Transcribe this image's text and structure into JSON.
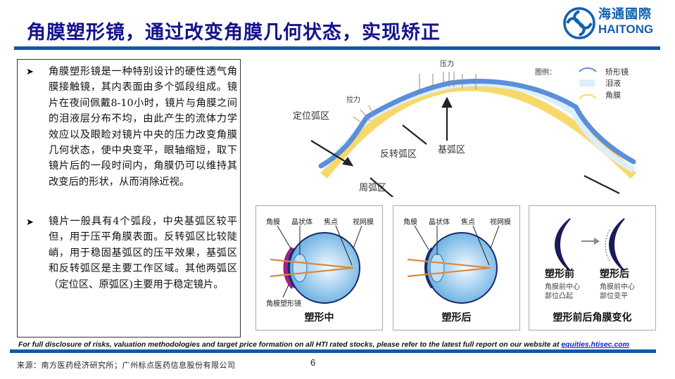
{
  "header": {
    "title": "角膜塑形镜，通过改变角膜几何状态，实现矫正",
    "logo": {
      "cn": "海通國際",
      "en": "HAITONG",
      "icon": "haitong-logo-icon"
    },
    "colors": {
      "title": "#14148c",
      "rule": "#0a5aa8",
      "logo": "#1460b0"
    }
  },
  "textbox": {
    "bullets": [
      {
        "icon": "arrow-bullet-icon",
        "text": "角膜塑形镜是一种特别设计的硬性透气角膜接触镜，其内表面由多个弧段组成。镜片在夜间佩戴8-10小时，镜片与角膜之间的泪液层分布不均，由此产生的流体力学效应以及眼睑对镜片中央的压力改变角膜几何状态，使中央变平，眼轴缩短，取下镜片后的一段时间内，角膜仍可以维持其改变后的形状，从而消除近视。"
      },
      {
        "icon": "arrow-bullet-icon",
        "text": "镜片一般具有4个弧段，中央基弧区较平但，用于压平角膜表面。反转弧区比较陡峭，用于稳固基弧区的压平效果，基弧区和反转弧区是主要工作区域。其他两弧区（定位区、原弧区)主要用于稳定镜片。"
      }
    ]
  },
  "lens_diagram": {
    "labels": {
      "pressure": "压力",
      "tension": "拉力",
      "alignment_zone": "定位弧区",
      "reverse_zone": "反转弧区",
      "base_zone": "基弧区",
      "peripheral_zone": "周弧区"
    },
    "legend": {
      "title": "图例：",
      "items": [
        {
          "label": "矫形镜",
          "color": "#5b8fd9"
        },
        {
          "label": "泪液",
          "color": "#ddefff"
        },
        {
          "label": "角膜",
          "color": "#f7d96a"
        }
      ]
    }
  },
  "panels": [
    {
      "caption": "塑形中",
      "labels": [
        "角膜",
        "晶状体",
        "焦点",
        "视网膜"
      ],
      "extra_label": "角膜塑形镜"
    },
    {
      "caption": "塑形后",
      "labels": [
        "角膜",
        "晶状体",
        "焦点",
        "视网膜"
      ]
    },
    {
      "caption": "塑形前后角膜变化",
      "before": {
        "title": "塑形前",
        "line1": "角膜前中心",
        "line2": "部位凸起"
      },
      "after": {
        "title": "塑形后",
        "line1": "角膜前中心",
        "line2": "部位变平"
      }
    }
  ],
  "footer": {
    "disclaimer": "For full disclosure of risks, valuation methodologies and target price formation on all HTI rated stocks, please refer to the latest full report on our website at ",
    "link": "equities.htisec.com",
    "source": "来源：南方医药经济研究所；广州标点医药信息股份有限公司",
    "page": "6"
  }
}
